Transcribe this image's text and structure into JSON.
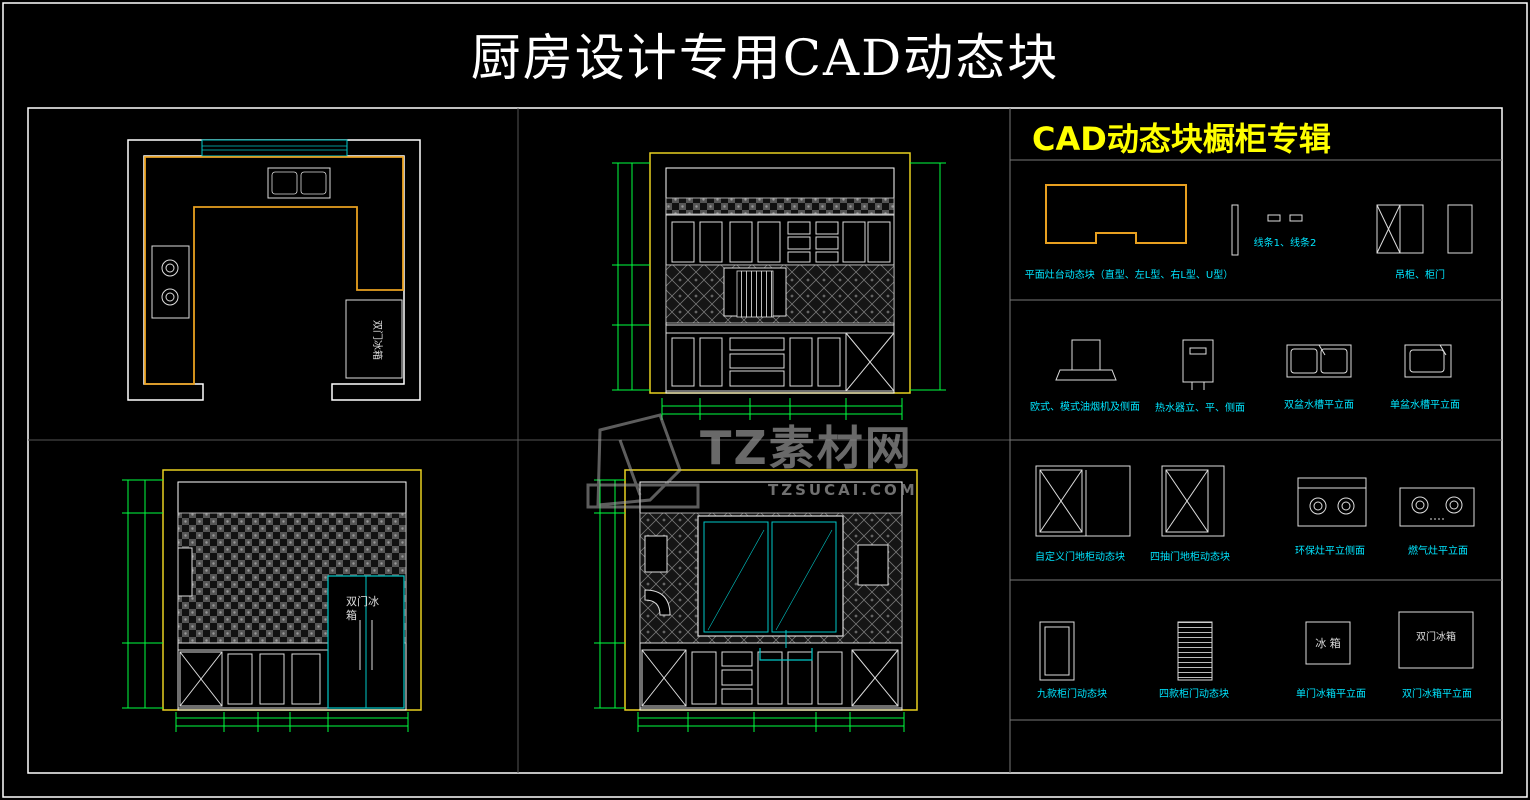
{
  "title": "厨房设计专用CAD动态块",
  "section_title": "CAD动态块橱柜专辑",
  "labels": {
    "countertop": "平面灶台动态块（直型、左L型、右L型、U型）",
    "lines": "线条1、线条2",
    "wall_cabinet": "吊柜、柜门",
    "range_hood": "欧式、模式油烟机及侧面",
    "water_heater": "热水器立、平、侧面",
    "double_sink": "双盆水槽平立面",
    "single_sink": "单盆水槽平立面",
    "custom_base": "自定义门地柜动态块",
    "four_drawer_base": "四抽门地柜动态块",
    "eco_stove": "环保灶平立侧面",
    "gas_stove": "燃气灶平立面",
    "nine_door": "九款柜门动态块",
    "four_door": "四款柜门动态块",
    "single_fridge": "单门冰箱平立面",
    "double_fridge": "双门冰箱平立面"
  },
  "drawing_text": {
    "plan_fridge": "双门冰箱",
    "elev_fridge_1": "双门冰",
    "elev_fridge_2": "箱",
    "icon_fridge_single": "冰 箱",
    "icon_fridge_double": "双门冰箱"
  },
  "watermark": {
    "logo": "TZ素材网",
    "url": "TZSUCAI.COM"
  },
  "colors": {
    "background": "#000000",
    "frame": "#ffffff",
    "wall_line": "#e8d020",
    "counter_edge": "#e8a020",
    "dimension": "#00ff40",
    "label": "#00e5ff",
    "accent_cyan": "#00c8c8",
    "section_title": "#ffff00"
  }
}
